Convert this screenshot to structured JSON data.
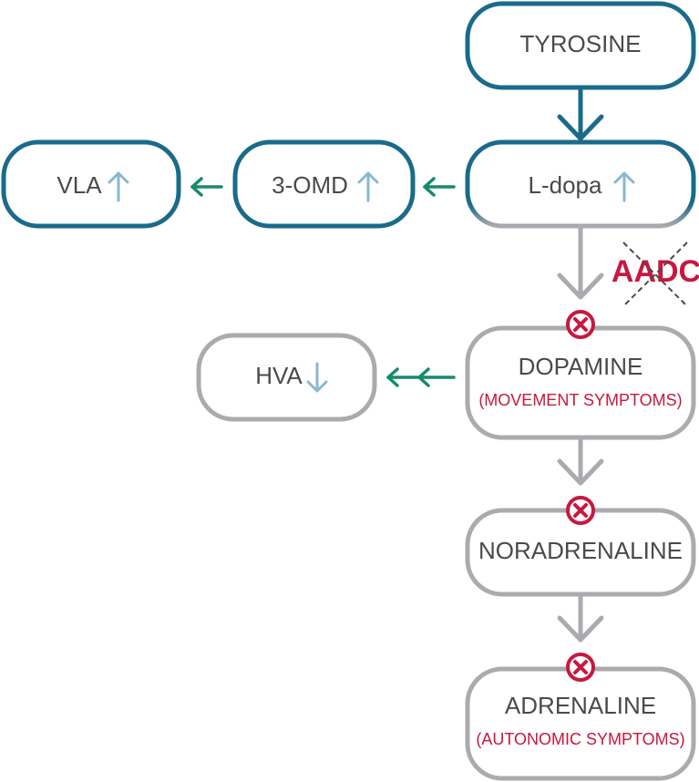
{
  "colors": {
    "blue_box": "#1a6b8a",
    "gray_box": "#a9abae",
    "green_arrow": "#168a6e",
    "up_arrow": "#8ab7d1",
    "red": "#c8183f",
    "text": "#4a4a4a"
  },
  "nodes": {
    "tyrosine": {
      "label": "TYROSINE"
    },
    "ldopa": {
      "label": "L-dopa",
      "trend": "up"
    },
    "omd": {
      "label": "3-OMD",
      "trend": "up"
    },
    "vla": {
      "label": "VLA",
      "trend": "up"
    },
    "dopamine": {
      "label": "DOPAMINE",
      "sublabel": "(MOVEMENT SYMPTOMS)"
    },
    "hva": {
      "label": "HVA",
      "trend": "down"
    },
    "noradrenaline": {
      "label": "NORADRENALINE"
    },
    "adrenaline": {
      "label": "ADRENALINE",
      "sublabel": "(AUTONOMIC SYMPTOMS)"
    }
  },
  "enzyme": {
    "label": "AADC",
    "status": "deficient"
  }
}
